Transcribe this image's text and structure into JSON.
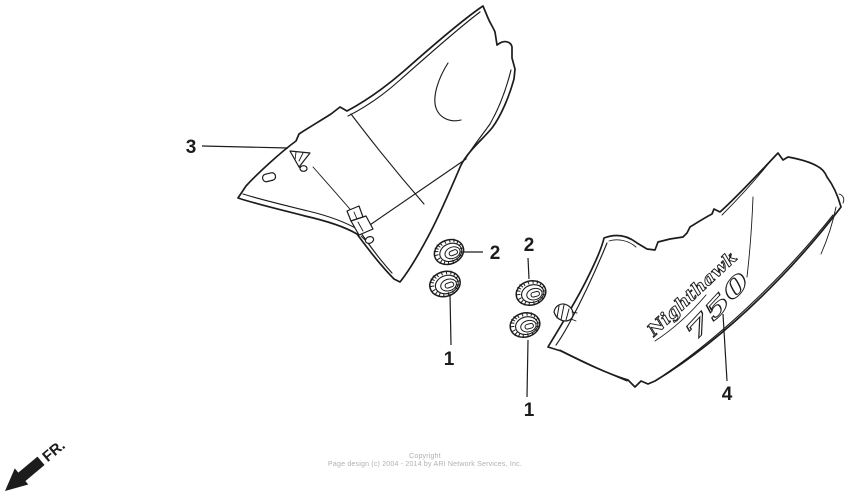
{
  "colors": {
    "line": "#1c1c1c",
    "background": "#ffffff",
    "footer": "#b0b0b0"
  },
  "callouts": {
    "left_cover": "3",
    "grommet_upper_left": "2",
    "grommet_lower_left": "1",
    "grommet_upper_right": "2",
    "grommet_lower_right": "1",
    "right_cover": "4"
  },
  "cover_logo": {
    "script": "Nighthawk",
    "number": "750"
  },
  "front_arrow_label": "FR.",
  "footer": {
    "line1": "Copyright",
    "line2": "Page design (c) 2004 - 2014 by ARI Network Services, Inc."
  }
}
